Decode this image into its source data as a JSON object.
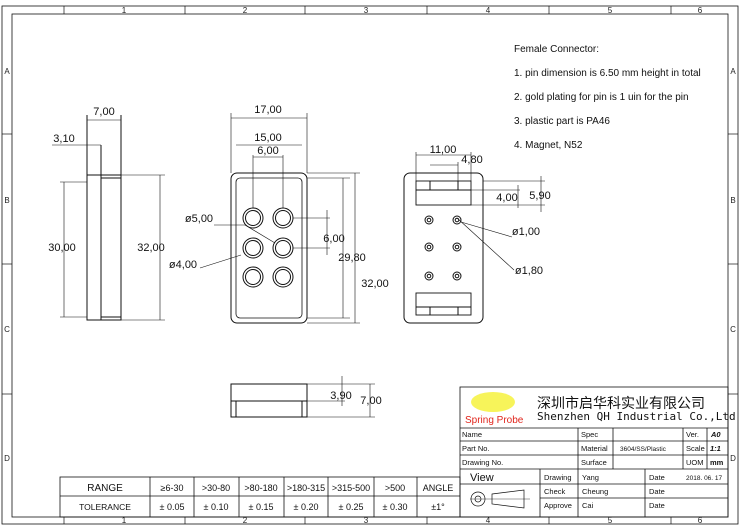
{
  "grid": {
    "columns": [
      "1",
      "2",
      "3",
      "4",
      "5",
      "6"
    ],
    "rows": [
      "A",
      "B",
      "C",
      "D"
    ]
  },
  "notes": {
    "title": "Female Connector:",
    "items": [
      "1. pin dimension is 6.50 mm height in total",
      "2. gold plating for pin is 1 uin for the pin",
      "3. plastic part is PA46",
      "4. Magnet, N52"
    ]
  },
  "side_view": {
    "top_width": "7,00",
    "step": "3,10",
    "inner_height": "30,00",
    "outer_height": "32,00"
  },
  "front_view": {
    "width": "17,00",
    "span": "15,00",
    "inner": "6,00",
    "hole_large": "ø5,00",
    "hole_small": "ø4,00",
    "pitch": "6,00",
    "height_inner": "29,80",
    "height": "32,00"
  },
  "back_view": {
    "width": "11,00",
    "offset": "4,80",
    "slot": "4,00",
    "slot_total": "5,90",
    "pin_dia": "ø1,00",
    "pin_dia2": "ø1,80"
  },
  "bottom_view": {
    "thickness": "3,90",
    "total": "7,00"
  },
  "title_block": {
    "logo_text": "Spring Probe",
    "company_cn": "深圳市启华科实业有限公司",
    "company_en": "Shenzhen QH Industrial Co.,Ltd",
    "labels": {
      "name": "Name",
      "part_no": "Part No.",
      "drawing_no": "Drawing No.",
      "spec": "Spec",
      "material": "Material",
      "surface": "Surface",
      "ver": "Ver.",
      "scale": "Scale",
      "uom": "UOM",
      "view": "View",
      "drawing": "Drawing",
      "check": "Check",
      "approve": "Approve",
      "date": "Date"
    },
    "values": {
      "material": "3604/SS/Plastic",
      "ver": "A0",
      "scale": "1:1",
      "uom": "mm",
      "drawing_by": "Yang",
      "check_by": "Cheung",
      "approve_by": "Cai",
      "drawing_date": "2018. 06. 17"
    }
  },
  "tolerance": {
    "headers": [
      "RANGE",
      "≥6-30",
      ">30-80",
      ">80-180",
      ">180-315",
      ">315-500",
      ">500",
      "ANGLE"
    ],
    "values": [
      "TOLERANCE",
      "± 0.05",
      "± 0.10",
      "± 0.15",
      "± 0.20",
      "± 0.25",
      "± 0.30",
      "±1°"
    ]
  }
}
